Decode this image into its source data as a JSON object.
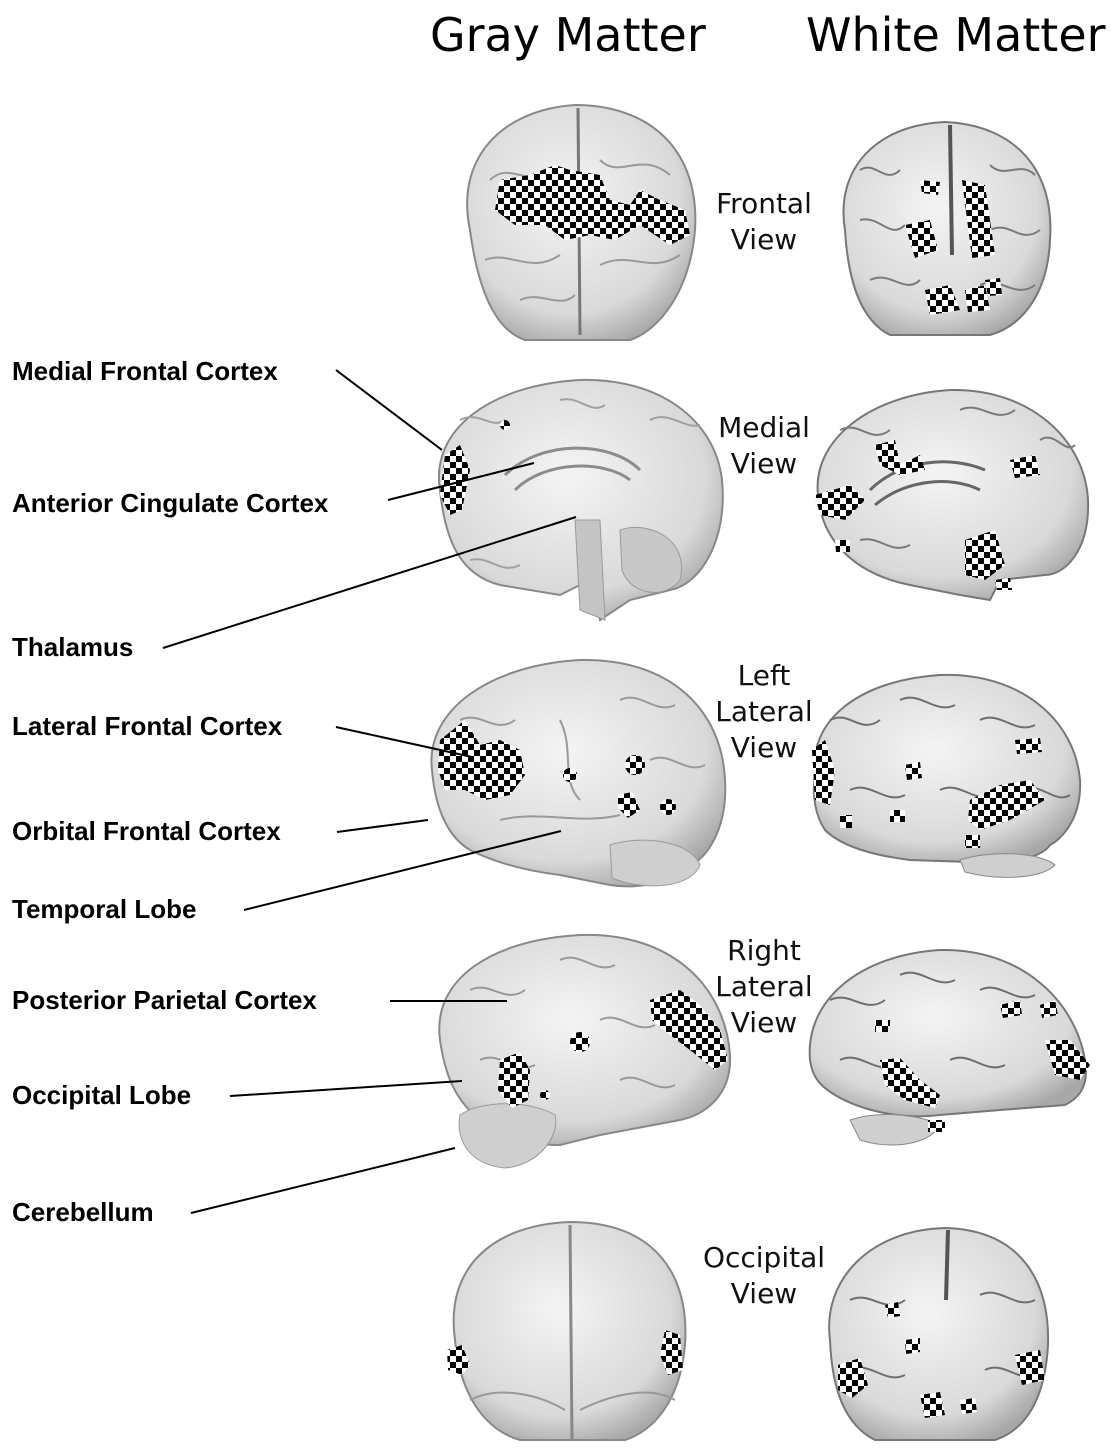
{
  "headers": {
    "gray": "Gray Matter",
    "white": "White Matter"
  },
  "views": [
    [
      "Frontal",
      "View"
    ],
    [
      "Medial",
      "View"
    ],
    [
      "Left",
      "Lateral",
      "View"
    ],
    [
      "Right",
      "Lateral",
      "View"
    ],
    [
      "Occipital",
      "View"
    ]
  ],
  "regions": {
    "medial_frontal_cortex": "Medial Frontal Cortex",
    "anterior_cingulate_cortex": "Anterior Cingulate Cortex",
    "thalamus": "Thalamus",
    "lateral_frontal_cortex": "Lateral Frontal Cortex",
    "orbital_frontal_cortex": "Orbital Frontal Cortex",
    "temporal_lobe": "Temporal Lobe",
    "posterior_parietal_cortex": "Posterior Parietal Cortex",
    "occipital_lobe": "Occipital Lobe",
    "cerebellum": "Cerebellum"
  },
  "colors": {
    "brain_fill": "#dcdcdc",
    "brain_stroke": "#8a8a8a",
    "fold_stroke": "#9a9a9a",
    "wm_fold_stroke": "#7a7a7a",
    "highlight_dark": "#000000",
    "leader_line": "#000000"
  }
}
